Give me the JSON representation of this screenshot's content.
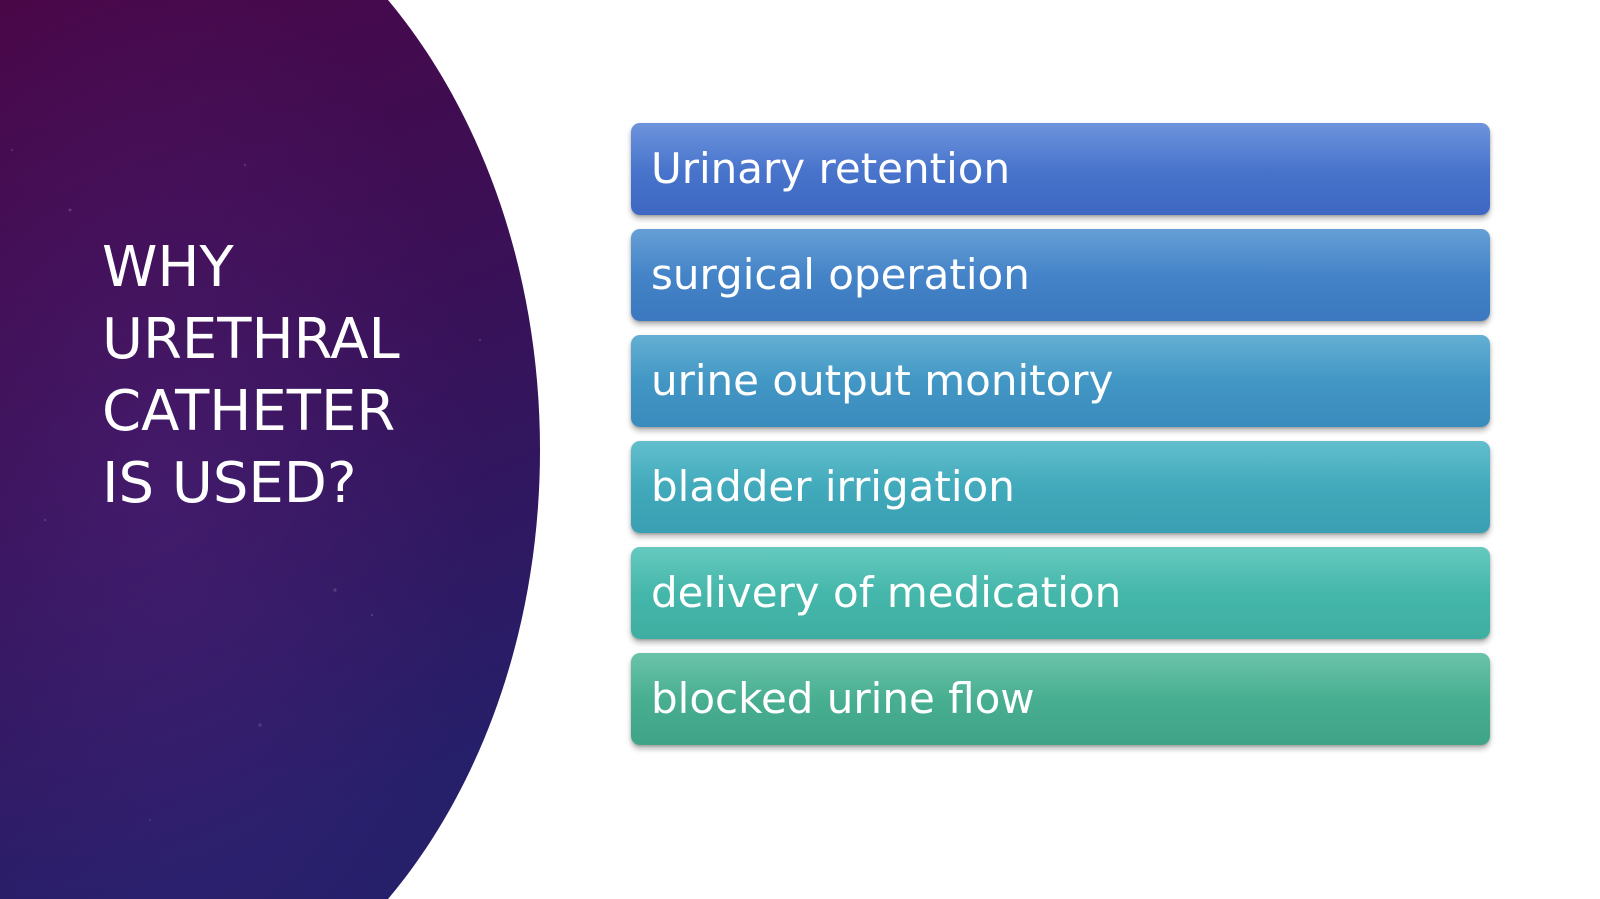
{
  "slide": {
    "title": "WHY\nURETHRAL\nCATHETER\nIS USED?",
    "items": [
      {
        "label": "Urinary retention"
      },
      {
        "label": "surgical operation"
      },
      {
        "label": "urine output monitory"
      },
      {
        "label": "bladder irrigation"
      },
      {
        "label": "delivery of medication"
      },
      {
        "label": "blocked urine flow"
      }
    ]
  },
  "colors": {
    "panel_top": "#4a0a4a",
    "panel_bottom": "#2a1d6b",
    "background": "#ffffff",
    "item_1": "#4a75cc",
    "item_2": "#4485c8",
    "item_3": "#4298c4",
    "item_4": "#41a9bb",
    "item_5": "#45b7aa",
    "item_6": "#48ae90"
  }
}
